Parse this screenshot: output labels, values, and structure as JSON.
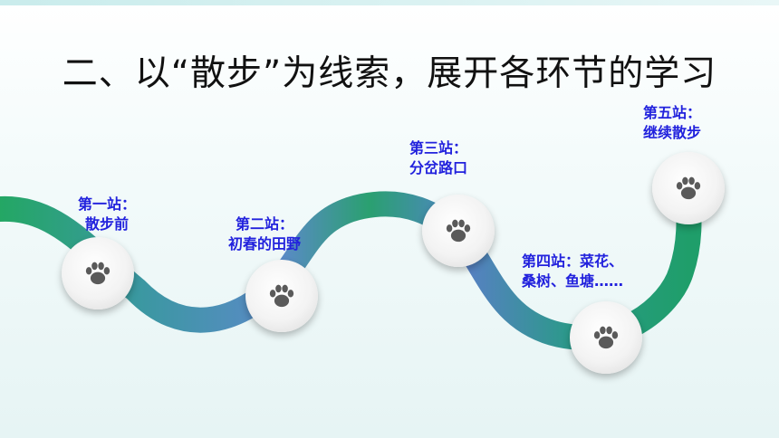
{
  "title": "二、以“散步”为线索，展开各环节的学习",
  "colors": {
    "label": "#2222dd",
    "path_start": "#2aa463",
    "path_end": "#5b7ec8"
  },
  "stations": [
    {
      "line1": "第一站：",
      "line2": "散步前",
      "icon": "paw-icon"
    },
    {
      "line1": "第二站：",
      "line2": "初春的田野",
      "icon": "paw-icon"
    },
    {
      "line1": "第三站：",
      "line2": "分岔路口",
      "icon": "paw-icon"
    },
    {
      "line1": "第四站：菜花、",
      "line2": "桑树、鱼塘……",
      "icon": "paw-icon"
    },
    {
      "line1": "第五站：",
      "line2": "继续散步",
      "icon": "paw-icon"
    }
  ]
}
